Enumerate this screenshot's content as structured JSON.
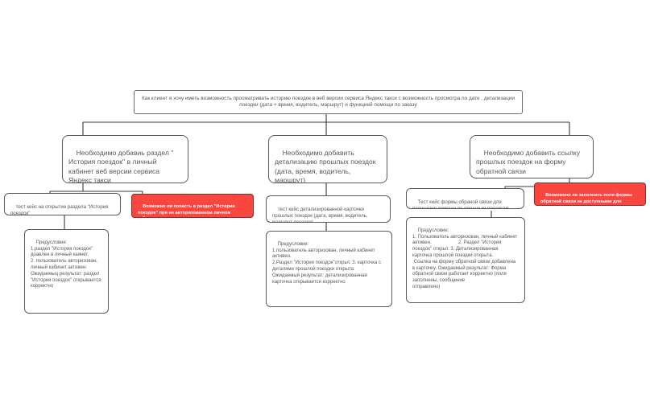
{
  "diagram": {
    "type": "mind-map-tree",
    "orientation": "top-down",
    "colors": {
      "node_border": "#5a5a5a",
      "node_fill": "#ffffff",
      "text": "#565656",
      "negative_fill": "#f9463f",
      "negative_text": "#ffffff",
      "connector": "#3a3a3a",
      "canvas": "#ffffff"
    },
    "root": {
      "label": "Как клиент я хочу иметь возможность просматривать историю поездок в веб версии сервиса Яндекс такси с возможность просмотра по дате , детализации поездки (дата + время, водитель, маршрут) и функцией помощи по заказу"
    },
    "branches": [
      {
        "id": "branch-1",
        "label": "Необходимо добавиь раздел \" История поездок\" в личный кабинет веб версии сервиса Яндекс такси",
        "children": [
          {
            "id": "case-1",
            "kind": "positive",
            "label": "тест кейс на открытие раздела \"История поездок\"",
            "children": [
              {
                "id": "detail-1",
                "kind": "positive",
                "label": "Предусловие:\n1.раздел \"История поездок\" доавлен в личный каинет.\n2. пользователь авторизован, личный кабинет активен.\nОжидаемыц результат: раздел \"История поездок\" открывается корректно"
              }
            ]
          },
          {
            "id": "case-2",
            "kind": "negative",
            "label": "Возможно ли попасть в раздел \"История поездок\" при не авторизованном личном кабинете"
          }
        ]
      },
      {
        "id": "branch-2",
        "label": "Необходимо добавить детализацию прошлых поездок (дата, время, водитель, маршрут)",
        "children": [
          {
            "id": "case-3",
            "kind": "positive",
            "label": "тест кейс детализированной карточки прошлых поездок (дата, время, водитель, маршрут поездки)",
            "children": [
              {
                "id": "detail-2",
                "kind": "positive",
                "label": "Предусловие:\n1.пользователь авторизован, личный кабинет активен.\n2.Раздел \"История поездок\"открыт. 3. карточка с деталями прошлой поездки открыта.\nОжидаемый результат: детализированная карточка открывается корректно"
              }
            ]
          }
        ]
      },
      {
        "id": "branch-3",
        "label": "Необходимо добавить ссылку прошлых поездок на форму обратной связи",
        "children": [
          {
            "id": "case-4",
            "kind": "positive",
            "label": "Тест кейс формы обраной связи для получения помощи по прошлым поездкам",
            "children": [
              {
                "id": "detail-3",
                "kind": "positive",
                "label": "Предусловие:\n1. Пользователь авторизован, личный кабинет активен.                    2. Раздел \"История поездок\" открыт. 3. Детализированная карточка прошлой поездки открыта.\n Ссылка на форму обратной связи добавлена в карточку. Ожидаемый результат: Форма обратной связи работает корректно (поля заполнены, сообщение\nотправлено)"
              }
            ]
          },
          {
            "id": "case-5",
            "kind": "negative",
            "label": "Возможоно ли заполнить поля формы обратной связи не доступными для заполнения символами"
          }
        ]
      }
    ]
  }
}
